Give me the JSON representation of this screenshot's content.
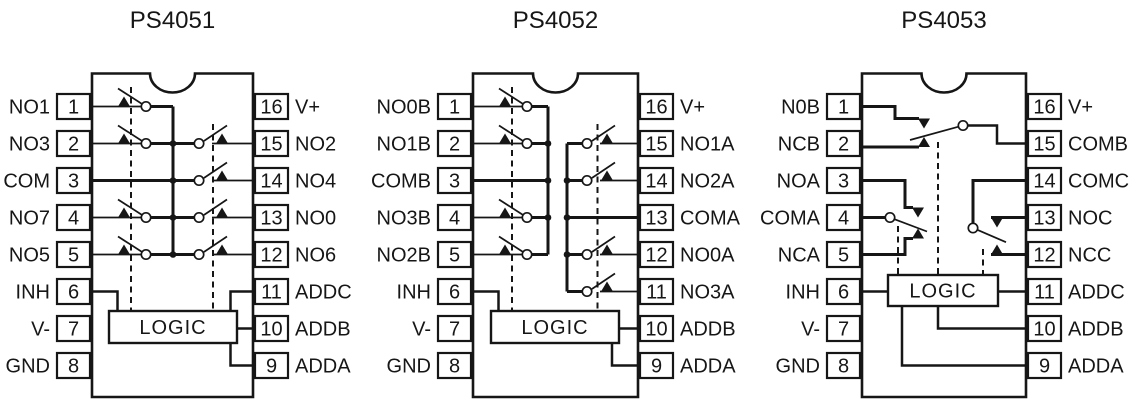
{
  "palette": {
    "ink": "#161616",
    "background": "#ffffff"
  },
  "chips": [
    {
      "title": "PS4051",
      "logic_label": "LOGIC",
      "left_pins": [
        {
          "number": "1",
          "label": "NO1"
        },
        {
          "number": "2",
          "label": "NO3"
        },
        {
          "number": "3",
          "label": "COM"
        },
        {
          "number": "4",
          "label": "NO7"
        },
        {
          "number": "5",
          "label": "NO5"
        },
        {
          "number": "6",
          "label": "INH"
        },
        {
          "number": "7",
          "label": "V-"
        },
        {
          "number": "8",
          "label": "GND"
        }
      ],
      "right_pins": [
        {
          "number": "16",
          "label": "V+"
        },
        {
          "number": "15",
          "label": "NO2"
        },
        {
          "number": "14",
          "label": "NO4"
        },
        {
          "number": "13",
          "label": "NO0"
        },
        {
          "number": "12",
          "label": "NO6"
        },
        {
          "number": "11",
          "label": "ADDC"
        },
        {
          "number": "10",
          "label": "ADDB"
        },
        {
          "number": "9",
          "label": "ADDA"
        }
      ]
    },
    {
      "title": "PS4052",
      "logic_label": "LOGIC",
      "left_pins": [
        {
          "number": "1",
          "label": "NO0B"
        },
        {
          "number": "2",
          "label": "NO1B"
        },
        {
          "number": "3",
          "label": "COMB"
        },
        {
          "number": "4",
          "label": "NO3B"
        },
        {
          "number": "5",
          "label": "NO2B"
        },
        {
          "number": "6",
          "label": "INH"
        },
        {
          "number": "7",
          "label": "V-"
        },
        {
          "number": "8",
          "label": "GND"
        }
      ],
      "right_pins": [
        {
          "number": "16",
          "label": "V+"
        },
        {
          "number": "15",
          "label": "NO1A"
        },
        {
          "number": "14",
          "label": "NO2A"
        },
        {
          "number": "13",
          "label": "COMA"
        },
        {
          "number": "12",
          "label": "NO0A"
        },
        {
          "number": "11",
          "label": "NO3A"
        },
        {
          "number": "10",
          "label": "ADDB"
        },
        {
          "number": "9",
          "label": "ADDA"
        }
      ]
    },
    {
      "title": "PS4053",
      "logic_label": "LOGIC",
      "left_pins": [
        {
          "number": "1",
          "label": "N0B"
        },
        {
          "number": "2",
          "label": "NCB"
        },
        {
          "number": "3",
          "label": "NOA"
        },
        {
          "number": "4",
          "label": "COMA"
        },
        {
          "number": "5",
          "label": "NCA"
        },
        {
          "number": "6",
          "label": "INH"
        },
        {
          "number": "7",
          "label": "V-"
        },
        {
          "number": "8",
          "label": "GND"
        }
      ],
      "right_pins": [
        {
          "number": "16",
          "label": "V+"
        },
        {
          "number": "15",
          "label": "COMB"
        },
        {
          "number": "14",
          "label": "COMC"
        },
        {
          "number": "13",
          "label": "NOC"
        },
        {
          "number": "12",
          "label": "NCC"
        },
        {
          "number": "11",
          "label": "ADDC"
        },
        {
          "number": "10",
          "label": "ADDB"
        },
        {
          "number": "9",
          "label": "ADDA"
        }
      ]
    }
  ]
}
